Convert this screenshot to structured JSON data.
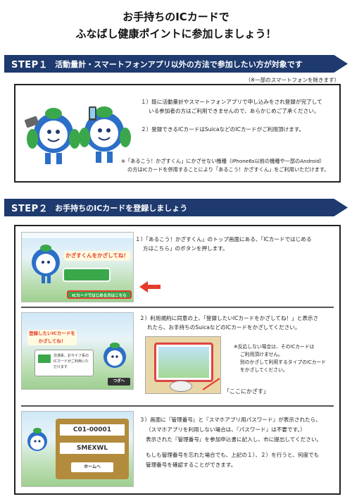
{
  "header": {
    "title_line1": "お手持ちのICカードで",
    "title_line2": "ふなばし健康ポイントに参加しましょう！"
  },
  "step1": {
    "number": "STEP１",
    "title": "活動量計・スマートフォンアプリ以外の方法で参加したい方が対象です",
    "note": "（※一部のスマートフォンを除きます）",
    "item1_line1": "１）既に活動量計やスマートフォンアプリで申し込みをされ登録が完了して",
    "item1_line2": "いる参加者の方はご利用できませんので、あらかじめご了承ください。",
    "item2": "２）登録できるICカードはSuicaなどのICカードがご利用頂けます。",
    "foot_line1": "※「あるこう！かざすくん」にかざせない機種（iPhone6s以前の機種や一部のAndroid）",
    "foot_line2": "の方はICカードを併用することにより「あるこう！かざすくん」をご利用いただけます。"
  },
  "step2": {
    "number": "STEP２",
    "title": "お手持ちのICカードを登録しましょう",
    "item1_line1": "１）「あるこう！かざすくん」のトップ画面にある、「ICカードではじめる",
    "item1_line2": "方はこちら」のボタンを押します。",
    "screen1_banner": "かざすくんをかざしてね！",
    "screen1_button": "ICカードではじめる方はこちら",
    "item2_line1": "２）利用規約に同意の上、「登録したいICカードをかざしてね！」と表示さ",
    "item2_line2": "れたら、お手持ちのSuicaなどのICカードをかざしてください。",
    "screen2_banner": "登録したいICカードをかざしてね！",
    "screen2_panel": "交通系、おサイフ系のICカードがご利用いただけます",
    "screen2_button": "つぎへ",
    "warn_line1": "※反応しない場合は、そのICカードは",
    "warn_line2": "ご利用頂けません。",
    "warn_line3": "別のかざして利用するタイプのICカード",
    "warn_line4": "をかざしてください。",
    "photo_caption": "「ここにかざす」",
    "item3_line1": "３）画面に『管理番号』と『スマホアプリ用パスワード』が表示されたら、",
    "item3_line2": "（スマホアプリを利用しない場合は、『パスワード』は不要です。）",
    "item3_line3": "表示された『管理番号』を参加申込書に記入し、市に提出してください。",
    "item3_line4": "もしも管理番号を忘れた場合でも、上記の１）、２）を行うと、何度でも",
    "item3_line5": "管理番号を確認することができます。",
    "screen3_code": "C01-00001",
    "screen3_pass": "SMEXWL",
    "screen3_button": "ホームへ"
  },
  "colors": {
    "bar": "#1e3a6e",
    "accent_red": "#e53b2c",
    "mascot_blue": "#2c6fc8",
    "mascot_green": "#3aa84a"
  }
}
